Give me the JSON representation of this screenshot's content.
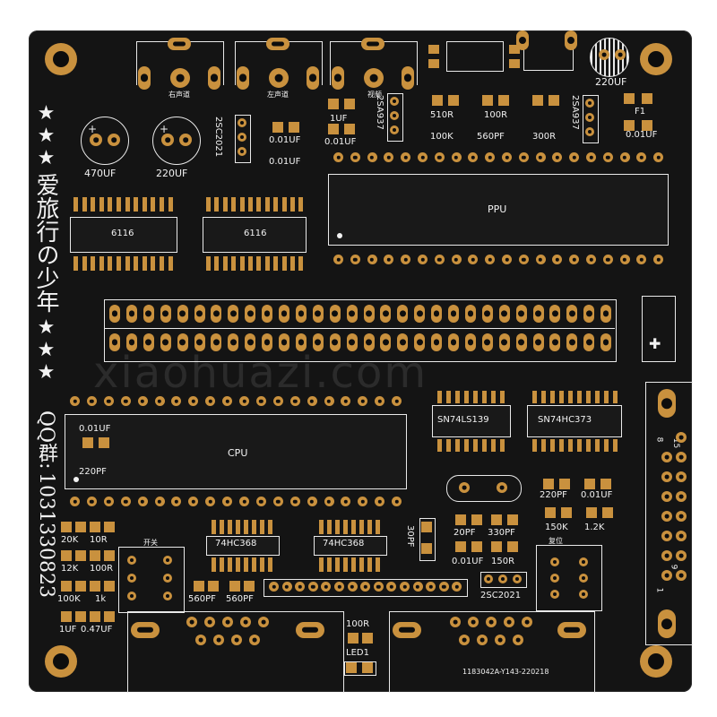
{
  "board": {
    "colors": {
      "solder_mask": "#141414",
      "copper": "#c9913e",
      "silkscreen": "#f2f2f2"
    },
    "side_marking": {
      "stars_top": "★★★",
      "title": "爱旅行の少年",
      "stars_bottom": "★★★",
      "qq_label": "QQ群:",
      "qq_number": "1031330823"
    },
    "watermark": "xiaohuazi.com",
    "ics": {
      "ppu": "PPU",
      "cpu": "CPU",
      "ram1": "6116",
      "ram2": "6116",
      "decoder": "SN74LS139",
      "latch": "SN74HC373",
      "buf1": "74HC368",
      "buf2": "74HC368"
    },
    "connector_labels": {
      "right_audio": "右声道",
      "left_audio": "左声道",
      "video": "视频",
      "switch": "开关",
      "reset": "复位"
    },
    "caps": {
      "c470": "470UF",
      "c220a": "220UF",
      "c220b": "220UF"
    },
    "transistors": {
      "q1": "2SC2021",
      "q2": "2SA937",
      "q3": "2SA937",
      "q4": "2SC2021"
    },
    "parts": {
      "p1a": "1UF",
      "p1b": "0.01UF",
      "p2a": "0.01UF",
      "p2b": "0.01UF",
      "p3a": "510R",
      "p3b": "100K",
      "p4a": "100R",
      "p4b": "560PF",
      "p5a": "300R",
      "p6a": "F1",
      "p6b": "0.01UF",
      "p7a": "0.01UF",
      "p7b": "220PF",
      "p8a": "220PF",
      "p8b": "0.01UF",
      "p9a": "150K",
      "p9b": "1.2K",
      "p10a": "20PF",
      "p10b": "330PF",
      "p11a": "0.01UF",
      "p11b": "150R",
      "p12": "30PF",
      "p13a": "20K",
      "p13b": "10R",
      "p14a": "12K",
      "p14b": "100R",
      "p15a": "100K",
      "p15b": "1k",
      "p16a": "1UF",
      "p16b": "0.47UF",
      "p17a": "560PF",
      "p17b": "560PF",
      "p18a": "100R",
      "p18b": "LED1"
    },
    "edge_pins": {
      "top": "8",
      "top2": "15",
      "bottom": "1",
      "bottom2": "9"
    },
    "serial": "1183042A-Y143-220218"
  }
}
